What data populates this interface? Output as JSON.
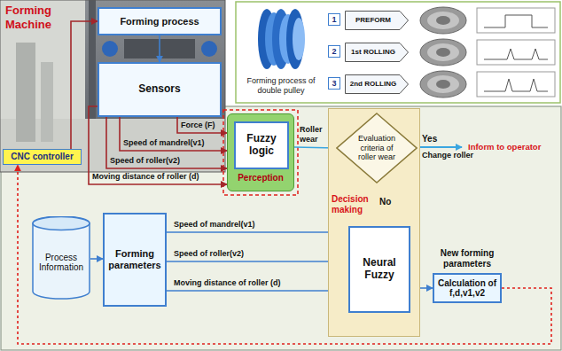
{
  "diagram": {
    "nodes": [
      {
        "text": [
          "Forming process"
        ]
      },
      {
        "text": [
          "Sensors"
        ]
      },
      {
        "text": [
          "CNC controller"
        ]
      },
      {
        "text": [
          "1"
        ]
      },
      {
        "text": [
          "PREFORM"
        ]
      },
      {
        "text": [
          "2"
        ]
      },
      {
        "text": [
          "1st ROLLING"
        ]
      },
      {
        "text": [
          "3"
        ]
      },
      {
        "text": [
          "2nd ROLLING"
        ]
      },
      {
        "text": [
          "Perception"
        ]
      },
      {
        "text": [
          "Fuzzy logic"
        ],
        "in": 9
      },
      {
        "text": [
          "Process Information"
        ]
      },
      {
        "text": [
          "Forming parameters"
        ]
      },
      {
        "text": [
          "Decision making"
        ]
      },
      {
        "text": [
          "Evaluation criteria of roller wear"
        ],
        "in": 13
      },
      {
        "text": [
          "Neural Fuzzy"
        ],
        "in": 13
      },
      {
        "text": [
          "Calculation of f,d,v1,v2"
        ]
      }
    ],
    "edges": [
      {
        "from": 2,
        "to": 0,
        "arrow": "to"
      },
      {
        "from": 0,
        "to": 1,
        "arrow": "to"
      },
      {
        "from": 1,
        "to": 9,
        "label": "Force (F)",
        "arrow": "to"
      },
      {
        "from": 1,
        "to": 9,
        "label": "Speed of mandrel(v1)",
        "arrow": "to"
      },
      {
        "from": 1,
        "to": 9,
        "label": "Speed of roller(v2)",
        "arrow": "to"
      },
      {
        "from": 1,
        "to": 9,
        "label": "Moving distance of roller (d)",
        "arrow": "to"
      },
      {
        "from": 9,
        "to": 14,
        "label": "Roller wear",
        "arrow": "to"
      },
      {
        "from": 14,
        "to": 15,
        "label": "No",
        "arrow": "to"
      },
      {
        "from": 11,
        "to": 12,
        "arrow": "to"
      },
      {
        "from": 12,
        "to": 15,
        "label": "Speed of mandrel(v1)",
        "arrow": "to"
      },
      {
        "from": 12,
        "to": 15,
        "label": "Speed of roller(v2)",
        "arrow": "to"
      },
      {
        "from": 12,
        "to": 15,
        "label": "Moving distance of roller (d)",
        "arrow": "to"
      },
      {
        "from": 15,
        "to": 16,
        "label": "New forming parameters",
        "arrow": "to"
      },
      {
        "from": 16,
        "to": 2,
        "arrow": "to"
      }
    ],
    "labels": [
      "Forming Machine",
      "Forming process of double pulley",
      "Yes",
      "Change roller",
      "Inform to operator"
    ]
  }
}
